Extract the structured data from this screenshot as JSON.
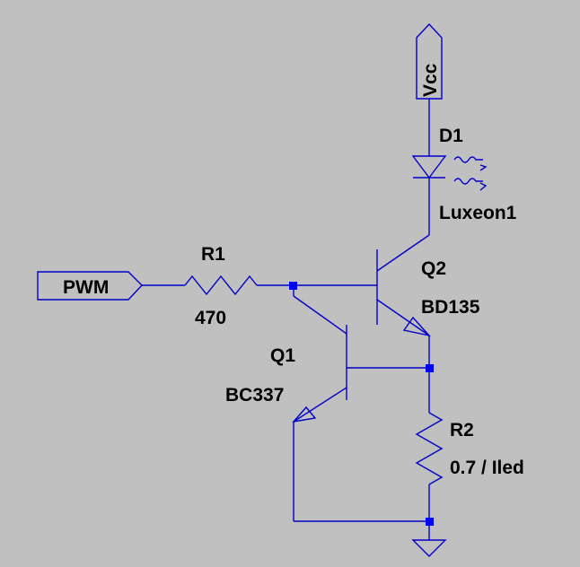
{
  "schematic": {
    "ports": {
      "vcc": "Vcc",
      "pwm": "PWM"
    },
    "components": {
      "d1": {
        "ref": "D1",
        "value": "Luxeon1"
      },
      "r1": {
        "ref": "R1",
        "value": "470"
      },
      "q1": {
        "ref": "Q1",
        "value": "BC337"
      },
      "q2": {
        "ref": "Q2",
        "value": "BD135"
      },
      "r2": {
        "ref": "R2",
        "value": "0.7 / Iled"
      }
    }
  },
  "colors": {
    "background": "#c0c0c0",
    "wire": "#0000c8",
    "junction": "#0000ff",
    "label": "#000000"
  }
}
